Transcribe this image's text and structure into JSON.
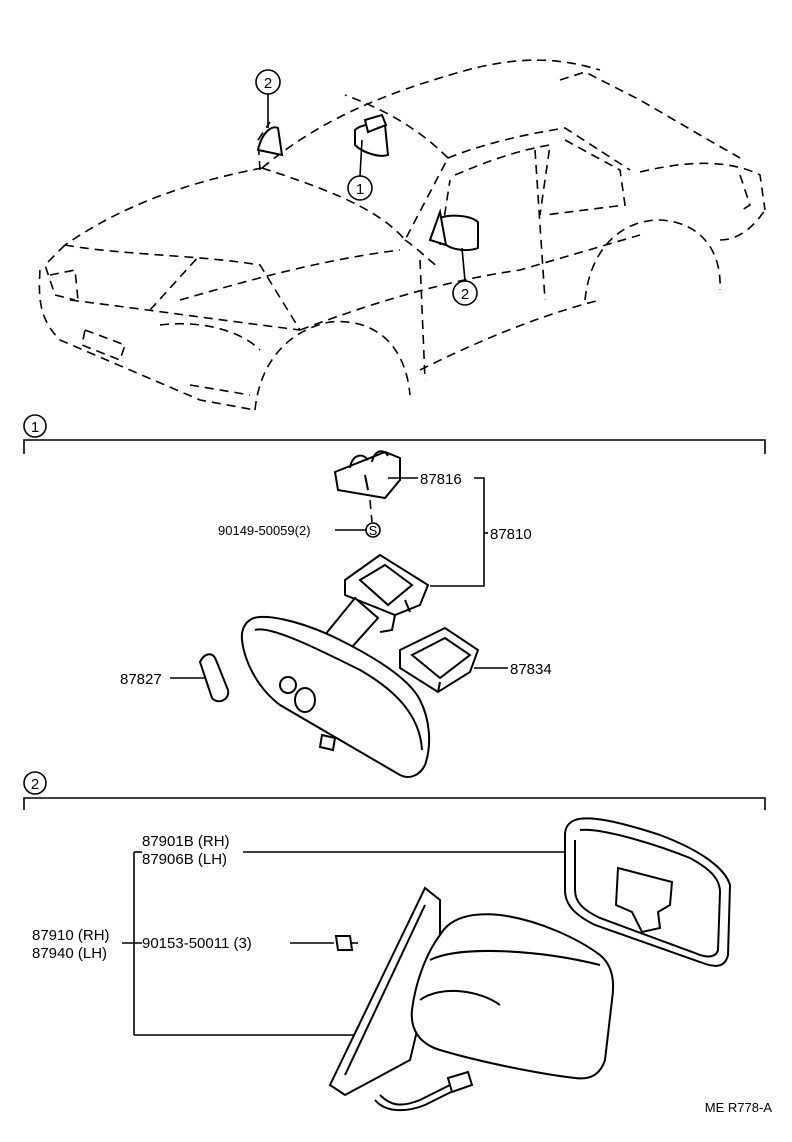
{
  "callouts": {
    "car_windshield_mirror": "2",
    "car_inner_mirror": "1",
    "car_door_mirror": "2",
    "section1_marker": "1",
    "section2_marker": "2"
  },
  "section1": {
    "parts": {
      "p87816": "87816",
      "p90149": "90149-50059(2)",
      "p87810": "87810",
      "p87827": "87827",
      "p87834": "87834"
    },
    "screw_symbol": "S"
  },
  "section2": {
    "parts": {
      "p87901b": "87901B (RH)",
      "p87906b": "87906B (LH)",
      "p87910": "87910 (RH)",
      "p87940": "87940 (LH)",
      "p90153": "90153-50011 (3)"
    }
  },
  "footer": {
    "code": "ME R778-A"
  }
}
